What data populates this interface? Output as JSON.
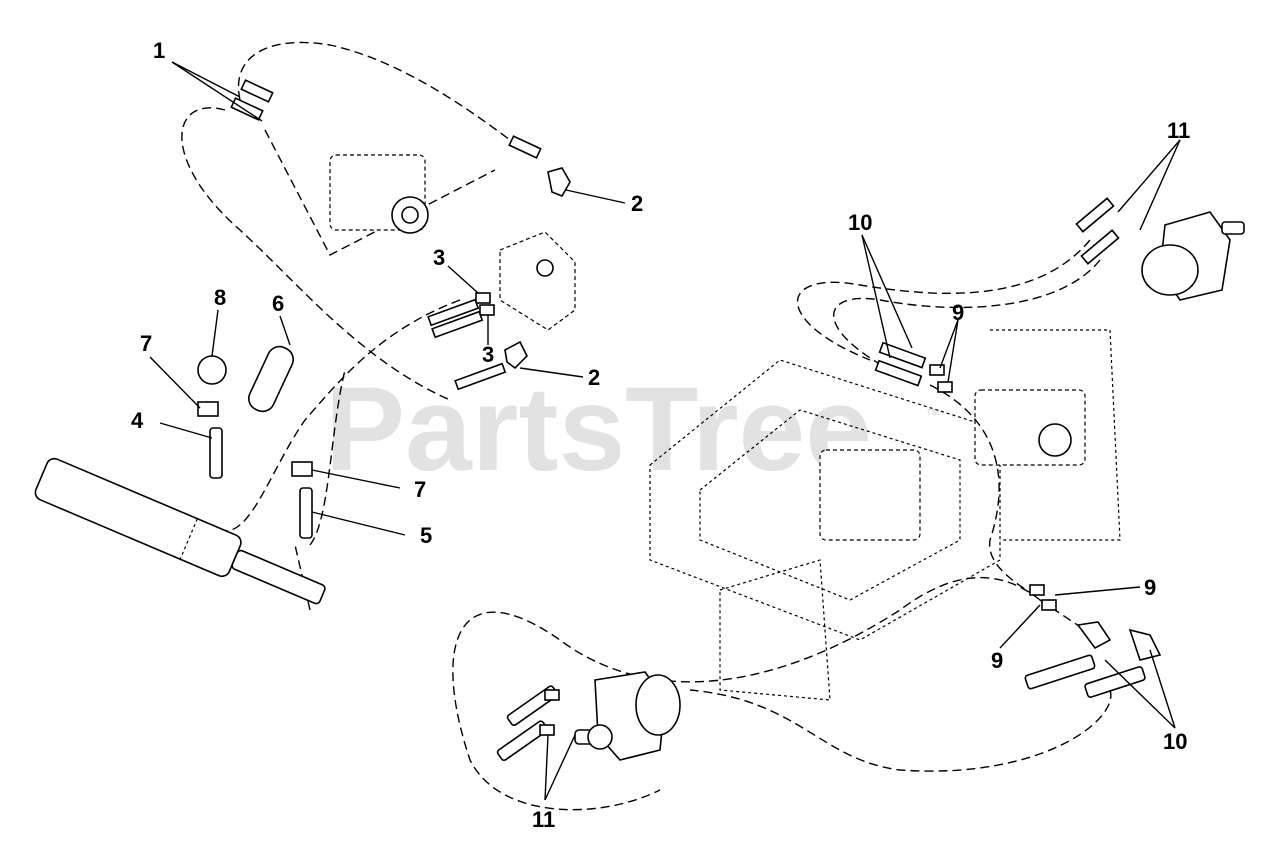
{
  "watermark": {
    "text": "PartsTree",
    "mark": "™"
  },
  "callouts": {
    "c1": "1",
    "c2a": "2",
    "c2b": "2",
    "c3a": "3",
    "c3b": "3",
    "c4": "4",
    "c5": "5",
    "c6": "6",
    "c7a": "7",
    "c7b": "7",
    "c8": "8",
    "c9a": "9",
    "c9b": "9",
    "c9c": "9",
    "c10a": "10",
    "c10b": "10",
    "c11a": "11",
    "c11b": "11"
  }
}
